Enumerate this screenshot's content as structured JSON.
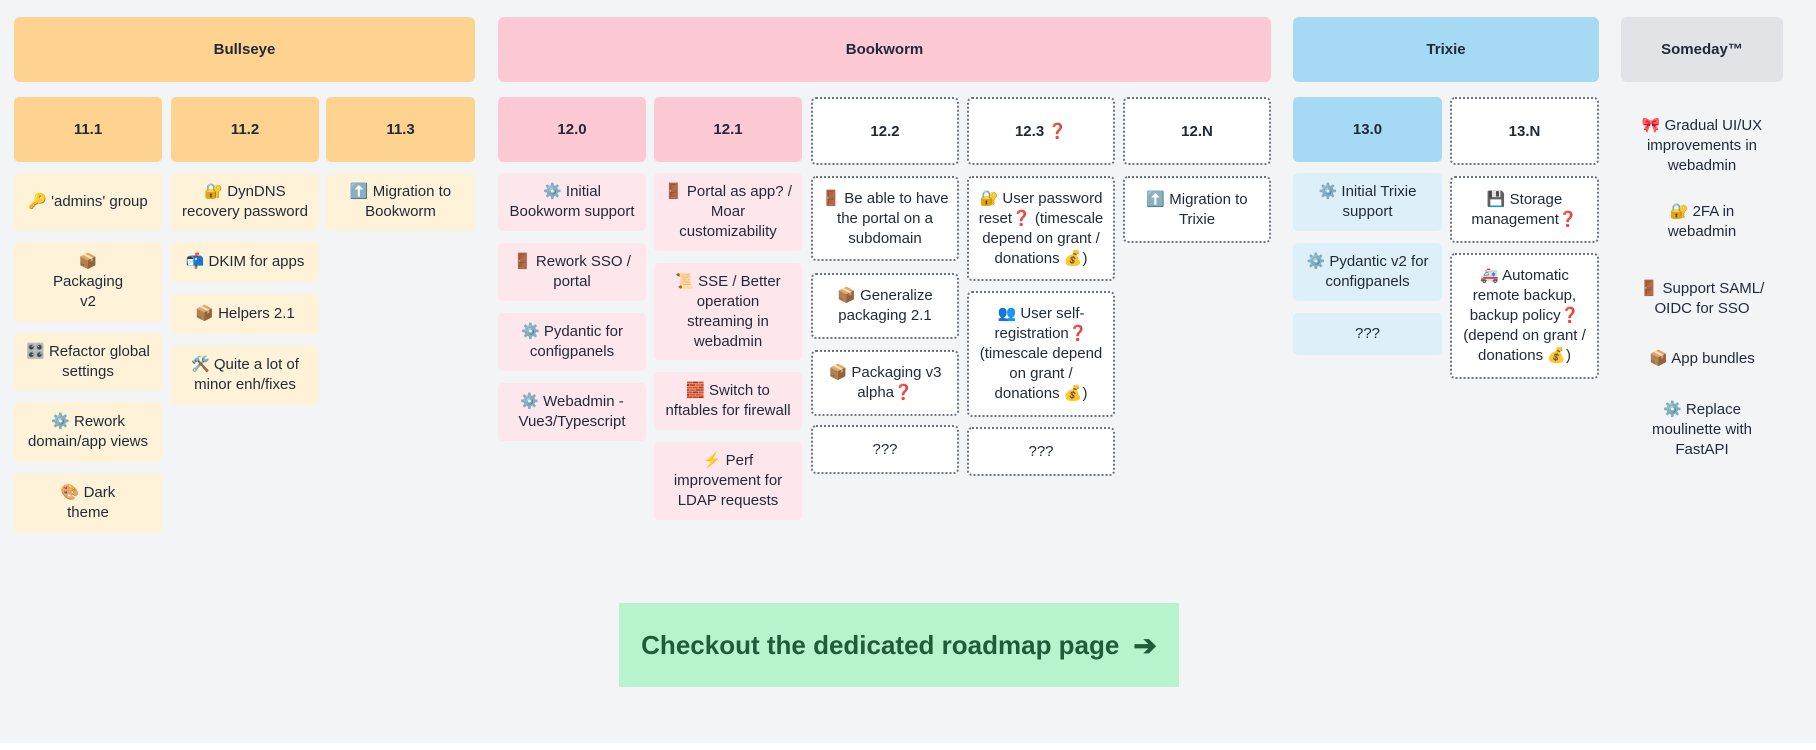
{
  "phases": {
    "bullseye": "Bullseye",
    "bookworm": "Bookworm",
    "trixie": "Trixie",
    "someday": "Someday™"
  },
  "versions": {
    "v11_1": "11.1",
    "v11_2": "11.2",
    "v11_3": "11.3",
    "v12_0": "12.0",
    "v12_1": "12.1",
    "v12_2": "12.2",
    "v12_3": "12.3 ❓",
    "v12_n": "12.N",
    "v13_0": "13.0",
    "v13_n": "13.N"
  },
  "items": {
    "v11_1": [
      "🔑 'admins' group",
      "📦 Packaging v2",
      "🎛️ Refactor global settings",
      "⚙️ Rework domain/app views",
      "🎨 Dark theme"
    ],
    "v11_2": [
      "🔐 DynDNS recovery password",
      "📬 DKIM for apps",
      "📦 Helpers 2.1",
      "🛠️ Quite a lot of minor enh/fixes"
    ],
    "v11_3": [
      "⬆️ Migration to Bookworm"
    ],
    "v12_0": [
      "⚙️ Initial Bookworm support",
      "🚪 Rework SSO / portal",
      "⚙️ Pydantic for configpanels",
      "⚙️ Webadmin - Vue3/Typescript"
    ],
    "v12_1": [
      "🚪 Portal as app? / Moar customizability",
      "📜 SSE / Better operation streaming in webadmin",
      "🧱 Switch to nftables for firewall",
      "⚡ Perf improvement for LDAP requests"
    ],
    "v12_2": [
      "🚪 Be able to have the portal on a subdomain",
      "📦 Generalize packaging 2.1",
      "📦 Packaging v3 alpha❓",
      "???"
    ],
    "v12_3": [
      "🔐 User password reset❓ (timescale depend on grant / donations 💰)",
      "👥 User self-registration❓ (timescale depend on grant / donations 💰)",
      "???"
    ],
    "v12_n": [
      "⬆️ Migration to Trixie"
    ],
    "v13_0": [
      "⚙️ Initial Trixie support",
      "⚙️ Pydantic v2 for configpanels",
      "???"
    ],
    "v13_n": [
      "💾 Storage management❓",
      "🚑 Automatic remote backup, backup policy❓ (depend on grant / donations 💰)"
    ],
    "someday": [
      "🎀 Gradual UI/UX improvements in webadmin",
      "🔐 2FA in webadmin",
      "🚪 Support SAML/ OIDC for SSO",
      "📦 App bundles",
      "⚙️ Replace moulinette with FastAPI"
    ]
  },
  "cta": {
    "label": "Checkout the dedicated roadmap page",
    "arrow": "➔"
  },
  "colors": {
    "bullseye": "#fdd38f",
    "bullseye_item": "#fef3d9",
    "bookworm": "#fdc9d4",
    "bookworm_item": "#fde6ec",
    "trixie": "#a6d9f4",
    "trixie_item": "#ddeff9",
    "someday": "#e2e3e6",
    "cta": "#b7f3cc",
    "background": "#f3f4f6"
  }
}
